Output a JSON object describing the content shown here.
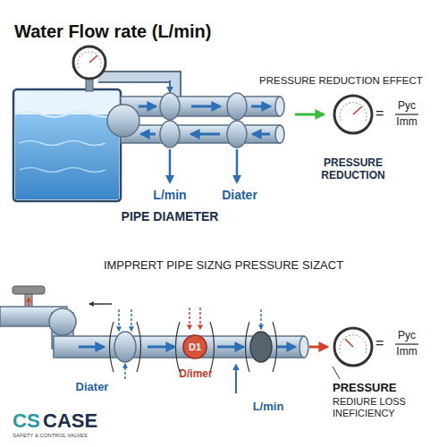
{
  "diagram": {
    "title": "Water Flow rate (L/min)",
    "nodes": [
      {
        "text": [
          "D1"
        ]
      }
    ],
    "labels": [
      "PRESSURE REDUCTION EFFECT",
      "=",
      "Pyc",
      "Imm",
      "PRESSURE REDUCTION",
      "L/min",
      "Diater",
      "PIPE DIAMETER",
      "IMPPRERT PIPE SIZNG PRESSURE SIZACT",
      "Diater",
      "D/imer",
      "L/min",
      "=",
      "Pyc",
      "Imm",
      "PRESSURE",
      "REDIURE LOSS INEFICIENCY",
      "CS",
      "CASE",
      "SAFETY & CONTROL VALVES"
    ]
  }
}
